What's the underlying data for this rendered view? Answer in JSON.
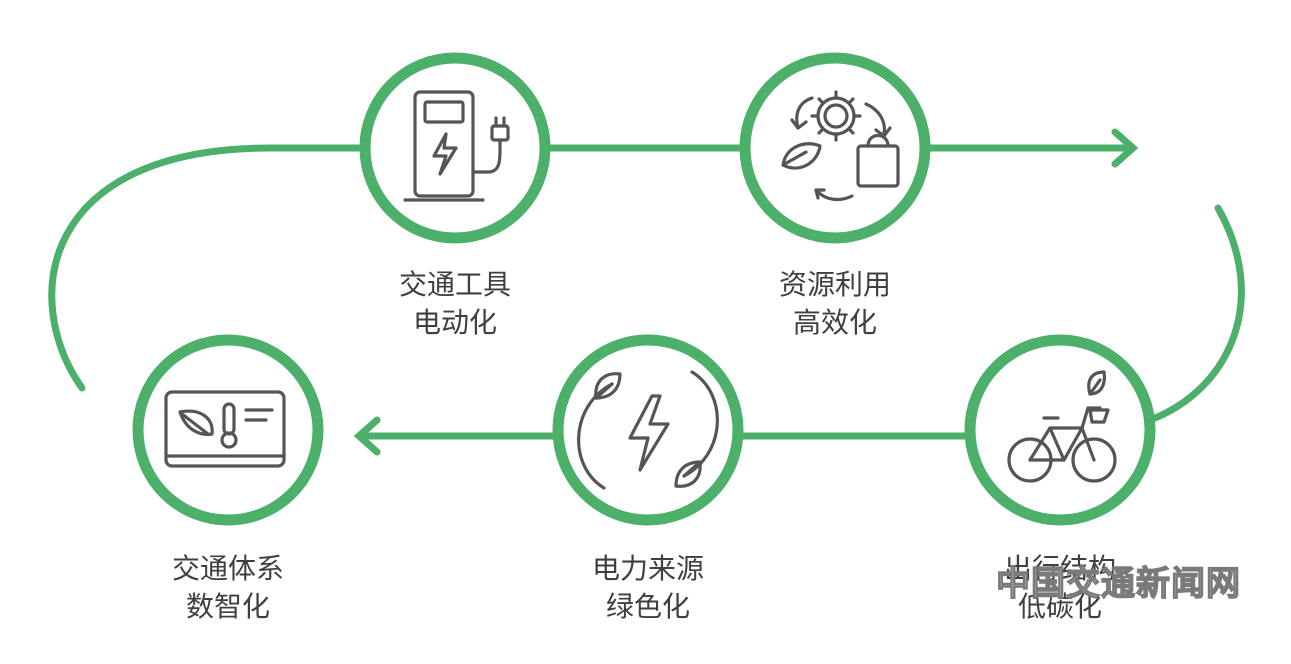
{
  "colors": {
    "accent": "#4caf6a",
    "icon": "#555555",
    "text": "#3f3f3f"
  },
  "nodes": [
    {
      "id": "vehicle",
      "icon": "charging-station-icon",
      "line1": "交通工具",
      "line2": "电动化"
    },
    {
      "id": "resource",
      "icon": "recycle-cycle-icon",
      "line1": "资源利用",
      "line2": "高效化"
    },
    {
      "id": "travel",
      "icon": "bicycle-icon",
      "line1": "出行结构",
      "line2": "低碳化"
    },
    {
      "id": "power",
      "icon": "green-energy-icon",
      "line1": "电力来源",
      "line2": "绿色化"
    },
    {
      "id": "system",
      "icon": "digital-panel-icon",
      "line1": "交通体系",
      "line2": "数智化"
    }
  ],
  "watermark": "中国交通新闻网"
}
